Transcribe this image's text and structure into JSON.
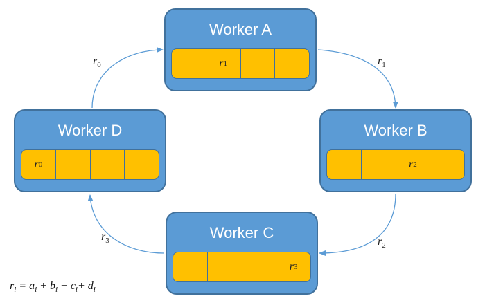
{
  "workers": [
    {
      "id": "a",
      "title": "Worker A",
      "cells": [
        "",
        "r|1",
        "",
        ""
      ]
    },
    {
      "id": "b",
      "title": "Worker B",
      "cells": [
        "",
        "",
        "r|2",
        ""
      ]
    },
    {
      "id": "c",
      "title": "Worker C",
      "cells": [
        "",
        "",
        "",
        "r|3"
      ]
    },
    {
      "id": "d",
      "title": "Worker D",
      "cells": [
        "r|0",
        "",
        "",
        ""
      ]
    }
  ],
  "edges": [
    {
      "from": "Worker D",
      "to": "Worker A",
      "label_base": "r",
      "label_sub": "0"
    },
    {
      "from": "Worker A",
      "to": "Worker B",
      "label_base": "r",
      "label_sub": "1"
    },
    {
      "from": "Worker B",
      "to": "Worker C",
      "label_base": "r",
      "label_sub": "2"
    },
    {
      "from": "Worker C",
      "to": "Worker D",
      "label_base": "r",
      "label_sub": "3"
    }
  ],
  "formula": {
    "parts": [
      {
        "base": "r",
        "sub": "i"
      },
      {
        "text": " = "
      },
      {
        "base": "a",
        "sub": "i"
      },
      {
        "text": " + "
      },
      {
        "base": "b",
        "sub": "i"
      },
      {
        "text": " + "
      },
      {
        "base": "c",
        "sub": "i"
      },
      {
        "text": "+ "
      },
      {
        "base": "d",
        "sub": "i"
      }
    ]
  },
  "colors": {
    "worker_fill": "#5b9bd5",
    "worker_border": "#41719c",
    "cell_fill": "#ffc000",
    "arrow": "#5b9bd5"
  }
}
